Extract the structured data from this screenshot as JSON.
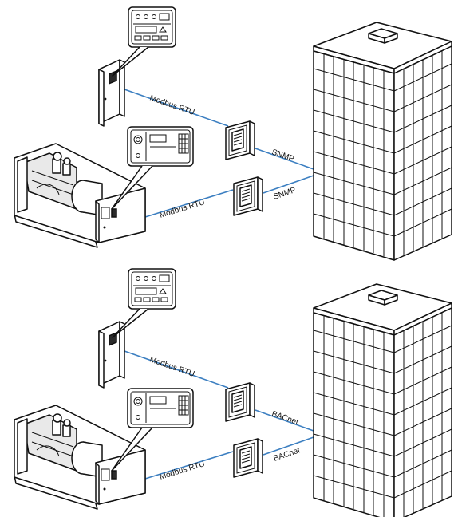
{
  "colors": {
    "link": "#3c7fc1",
    "ink": "#111111",
    "panel_fill": "#e9e9e9"
  },
  "scenarios": [
    {
      "id": "snmp",
      "labels": {
        "transfer_switch_link": "Modbus RTU",
        "generator_link": "Modbus RTU",
        "gateway_upper_link": "SNMP",
        "gateway_lower_link": "SNMP"
      }
    },
    {
      "id": "bacnet",
      "labels": {
        "transfer_switch_link": "Modbus RTU",
        "generator_link": "Modbus RTU",
        "gateway_upper_link": "BACnet",
        "gateway_lower_link": "BACnet"
      }
    }
  ],
  "icons": {
    "building": "office-building-icon",
    "transfer_switch": "transfer-switch-cabinet-icon",
    "ats_controller": "ats-controller-panel-icon",
    "generator": "generator-set-icon",
    "generator_controller": "generator-controller-panel-icon",
    "gateway": "network-gateway-module-icon"
  }
}
